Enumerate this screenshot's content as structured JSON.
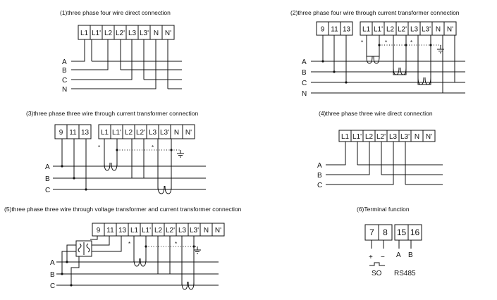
{
  "captions": {
    "d1": "(1)three phase four wire direct connection",
    "d2": "(2)three phase four wire through current transformer connection",
    "d3": "(3)three phase three wire through current transformer connection",
    "d4": "(4)three phase three wire direct connection",
    "d5": "(5)three phase three wire through voltage transformer and current transformer connection",
    "d6": "(6)Terminal function"
  },
  "terminals": {
    "d1": [
      "L1",
      "L1'",
      "L2",
      "L2'",
      "L3",
      "L3'",
      "N",
      "N'"
    ],
    "d2_aux": [
      "9",
      "11",
      "13"
    ],
    "d2": [
      "L1",
      "L1'",
      "L2",
      "L2'",
      "L3",
      "L3'",
      "N",
      "N'"
    ],
    "d3_aux": [
      "9",
      "11",
      "13"
    ],
    "d3": [
      "L1",
      "L1'",
      "L2",
      "L2'",
      "L3",
      "L3'",
      "N",
      "N'"
    ],
    "d4": [
      "L1",
      "L1'",
      "L2",
      "L2'",
      "L3",
      "L3'",
      "N",
      "N'"
    ],
    "d5_aux": [
      "9",
      "11",
      "13"
    ],
    "d5": [
      "L1",
      "L1'",
      "L2",
      "L2'",
      "L3",
      "L3'",
      "N",
      "N'"
    ],
    "d6": [
      "7",
      "8",
      "15",
      "16"
    ]
  },
  "lines": {
    "four": [
      "A",
      "B",
      "C",
      "N"
    ],
    "three": [
      "A",
      "B",
      "C"
    ]
  },
  "marks": {
    "star": "*"
  },
  "terminal_function": {
    "plus": "+",
    "minus": "−",
    "a": "A",
    "b": "B",
    "so": "SO",
    "rs485": "RS485"
  }
}
